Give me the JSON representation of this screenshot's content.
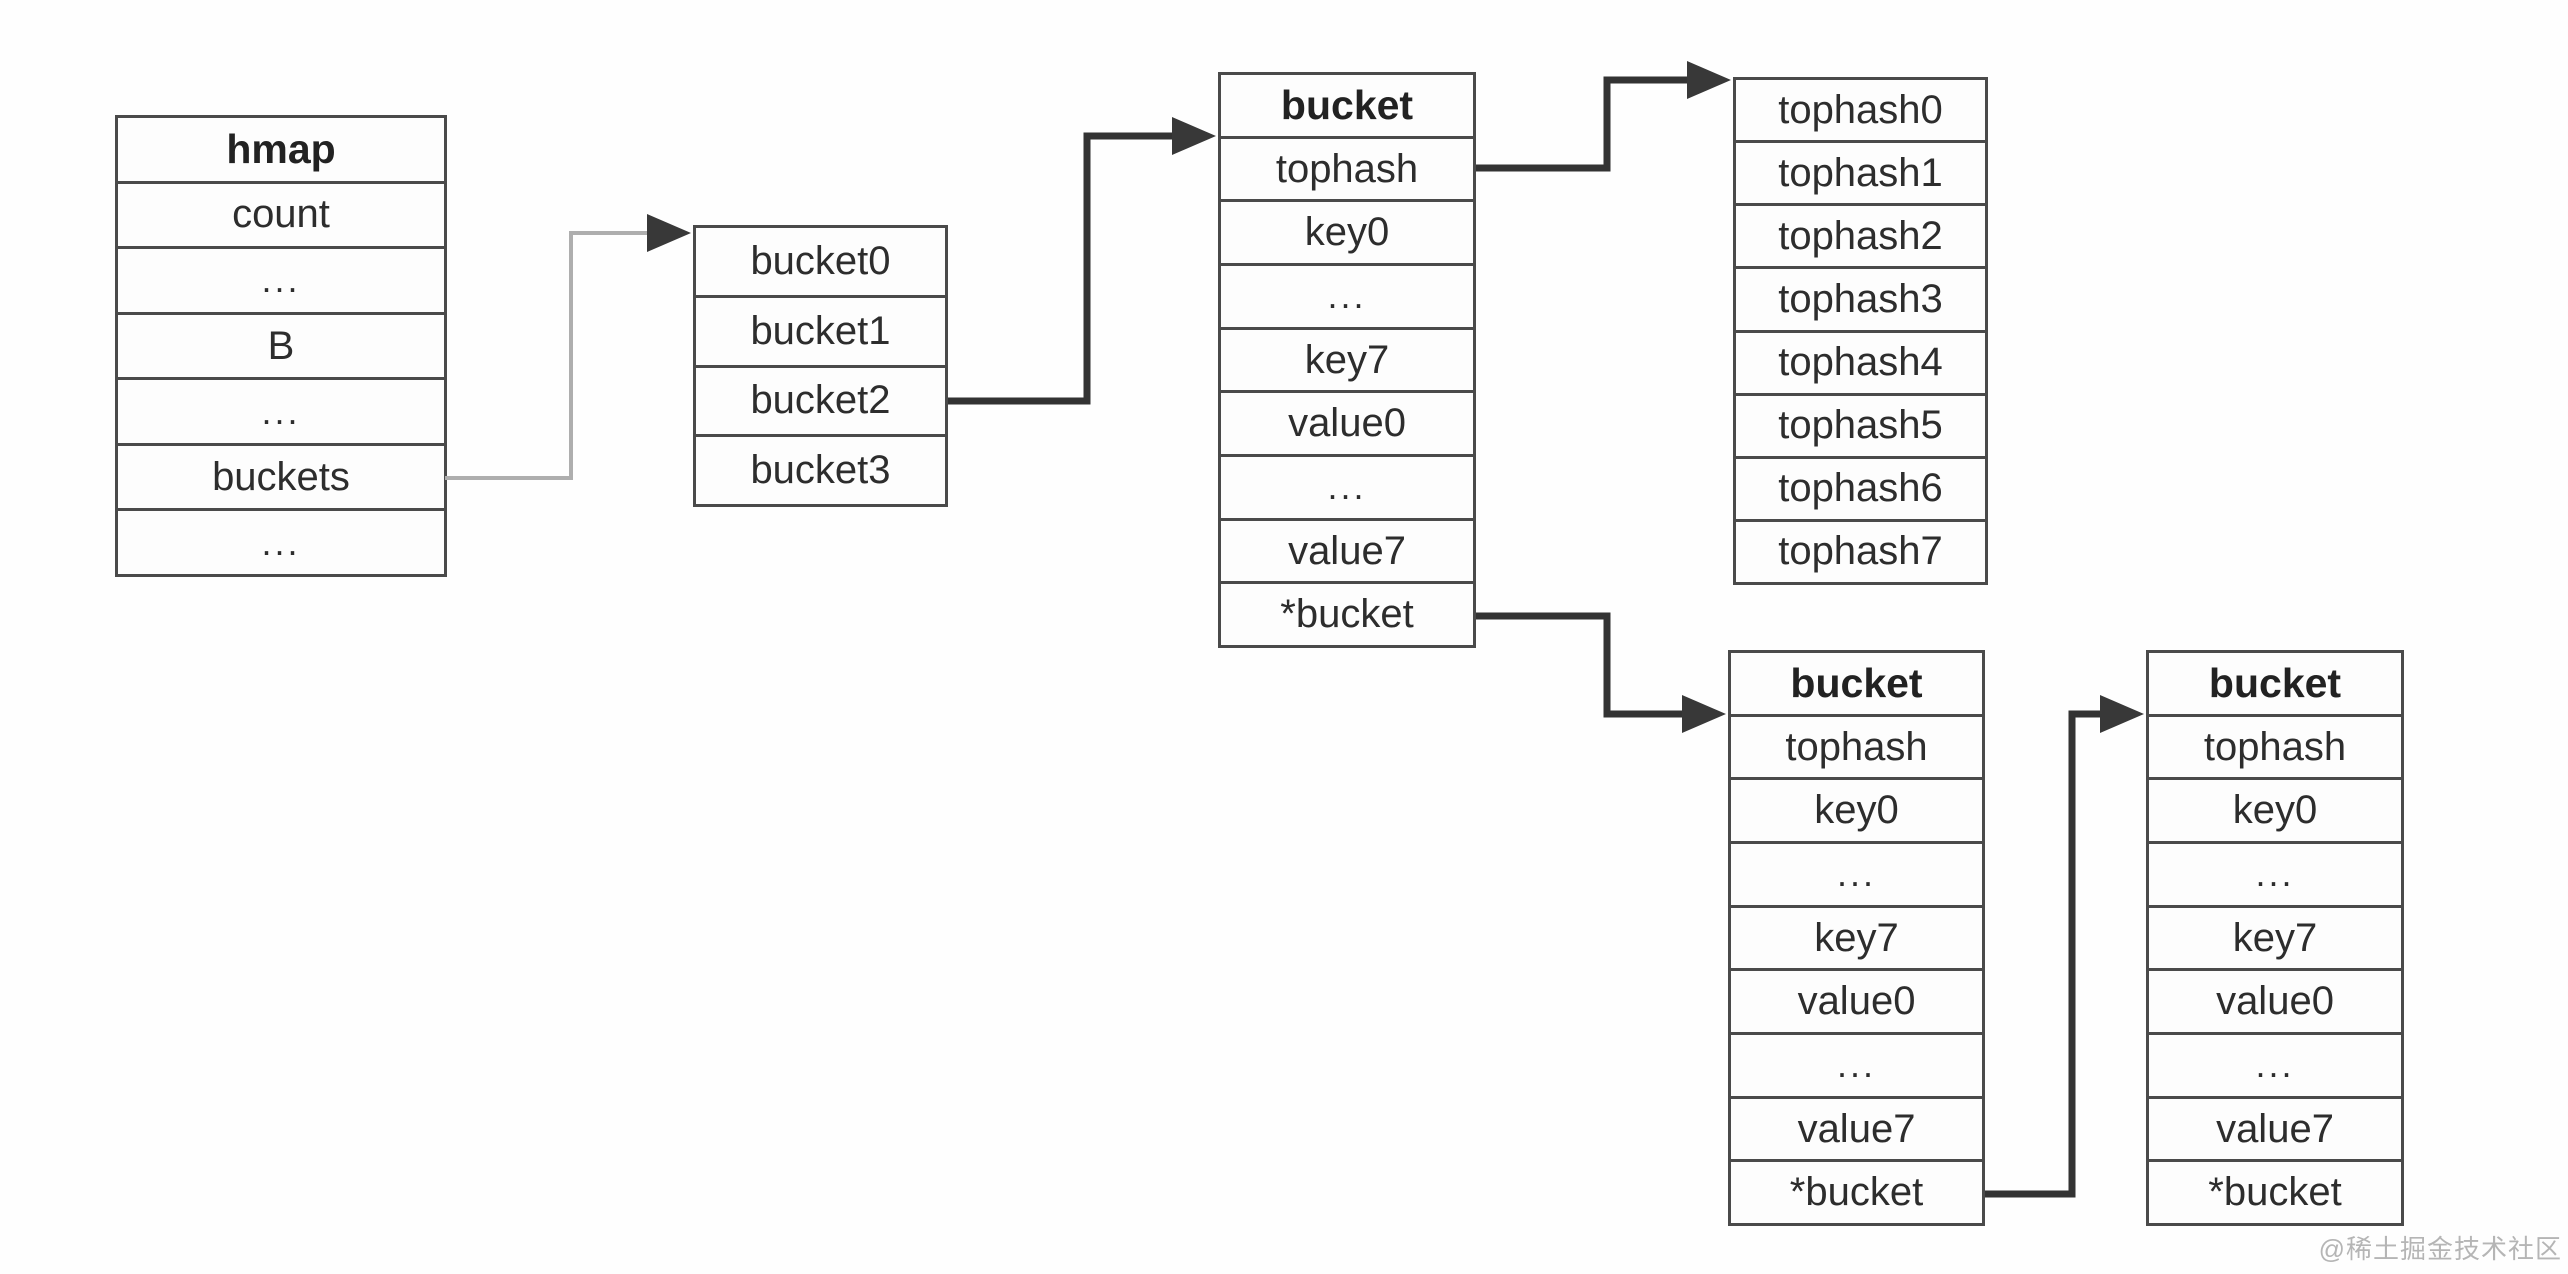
{
  "diagram": {
    "title_context": "Go hmap bucket structure diagram",
    "tables": [
      {
        "id": "hmap",
        "header": "hmap",
        "rows": [
          "count",
          "...",
          "B",
          "...",
          "buckets",
          "..."
        ]
      },
      {
        "id": "buckets-array",
        "header": null,
        "rows": [
          "bucket0",
          "bucket1",
          "bucket2",
          "bucket3"
        ]
      },
      {
        "id": "bucket-struct",
        "header": "bucket",
        "rows": [
          "tophash",
          "key0",
          "...",
          "key7",
          "value0",
          "...",
          "value7",
          "*bucket"
        ]
      },
      {
        "id": "tophash-array",
        "header": null,
        "rows": [
          "tophash0",
          "tophash1",
          "tophash2",
          "tophash3",
          "tophash4",
          "tophash5",
          "tophash6",
          "tophash7"
        ]
      },
      {
        "id": "overflow-bucket-1",
        "header": "bucket",
        "rows": [
          "tophash",
          "key0",
          "...",
          "key7",
          "value0",
          "...",
          "value7",
          "*bucket"
        ]
      },
      {
        "id": "overflow-bucket-2",
        "header": "bucket",
        "rows": [
          "tophash",
          "key0",
          "...",
          "key7",
          "value0",
          "...",
          "value7",
          "*bucket"
        ]
      }
    ],
    "arrows": [
      {
        "id": "buckets-to-array",
        "from": "hmap.buckets",
        "to": "buckets-array.top",
        "style": "light"
      },
      {
        "id": "bucket2-to-struct",
        "from": "buckets-array.bucket2",
        "to": "bucket-struct.top",
        "style": "dark"
      },
      {
        "id": "tophash-to-array",
        "from": "bucket-struct.tophash",
        "to": "tophash-array.top",
        "style": "dark"
      },
      {
        "id": "starbucket-to-overflow1",
        "from": "bucket-struct.*bucket",
        "to": "overflow-bucket-1.top",
        "style": "dark"
      },
      {
        "id": "starbucket-to-overflow2",
        "from": "overflow-bucket-1.*bucket",
        "to": "overflow-bucket-2.top",
        "style": "dark"
      }
    ],
    "colors": {
      "background": "#ffffff",
      "box_border": "#4a4a4a",
      "text": "#2d2d2d",
      "arrow_dark": "#333333",
      "arrow_light": "#aeaeae",
      "arrowhead": "#383838",
      "watermark": "#b5b5b5"
    },
    "watermark": "@稀土掘金技术社区"
  }
}
